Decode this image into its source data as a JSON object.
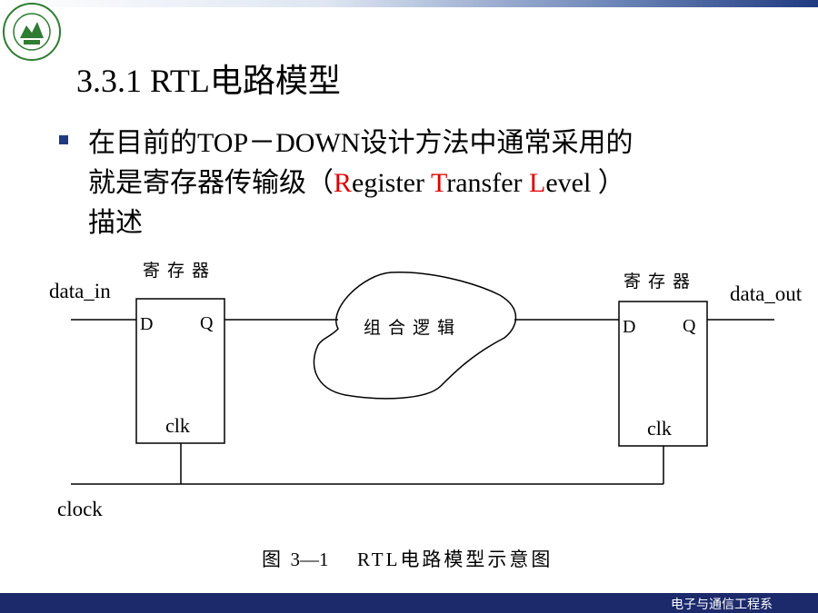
{
  "title": "3.3.1 RTL电路模型",
  "bullet": {
    "line1": "在目前的TOP－DOWN设计方法中通常采用的",
    "line2_pre": "就是寄存器传输级（",
    "r": "R",
    "r_rest": "egister ",
    "t": "T",
    "t_rest": "ransfer ",
    "l": "L",
    "l_rest": "evel  ）",
    "line3": "描述"
  },
  "diagram": {
    "reg1_label": "寄存器",
    "reg2_label": "寄存器",
    "logic_label": "组合逻辑",
    "data_in": "data_in",
    "data_out": "data_out",
    "pin_d": "D",
    "pin_q": "Q",
    "pin_clk": "clk",
    "clock": "clock"
  },
  "caption": {
    "fig": "图",
    "num": "3—1",
    "text": "RTL电路模型示意图"
  },
  "footer": "电子与通信工程系",
  "colors": {
    "accent": "#e00000",
    "bullet": "#1f3a80",
    "footer_bg": "#1c2a6c"
  }
}
